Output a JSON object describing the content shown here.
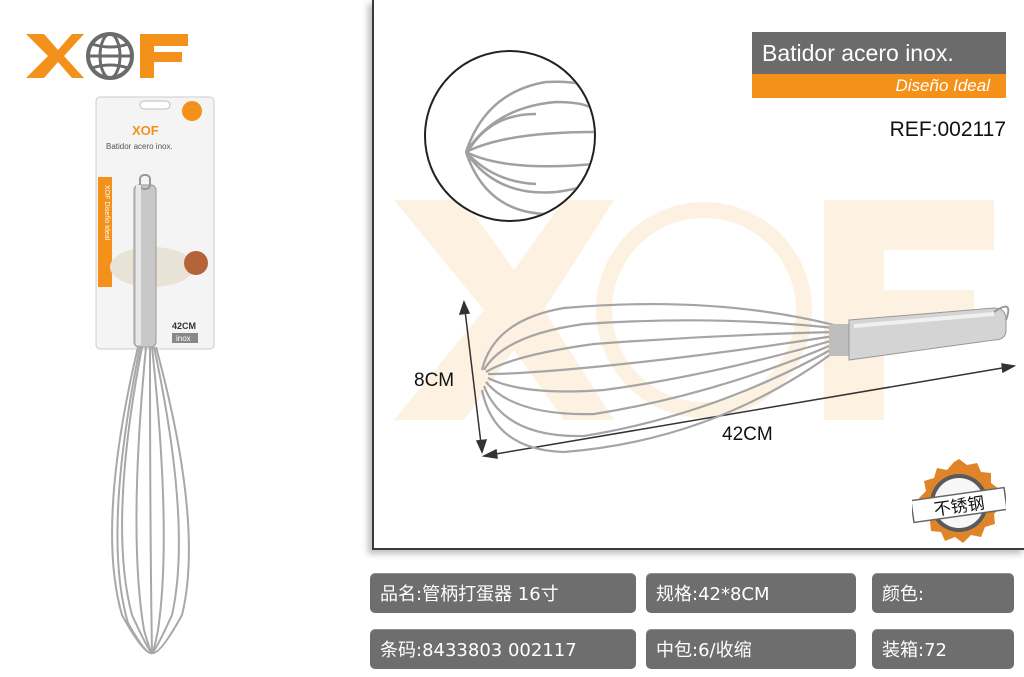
{
  "brand": {
    "logo_text": "XOF"
  },
  "package": {
    "brand": "XOF",
    "name": "Batidor acero inox.",
    "side_text": "XOF Diseño Ideal",
    "size": "42CM",
    "material": "inox"
  },
  "header": {
    "title": "Batidor acero inox.",
    "subtitle": "Diseño Ideal",
    "ref": "REF:002117"
  },
  "dimensions": {
    "height": "8CM",
    "length": "42CM"
  },
  "badge": {
    "text": "不锈钢"
  },
  "info": {
    "name": "品名:管柄打蛋器 16寸",
    "spec": "规格:42*8CM",
    "color": "颜色:",
    "barcode": "条码:8433803 002117",
    "inner_pack": "中包:6/收缩",
    "case_pack": "装箱:72"
  },
  "colors": {
    "accent": "#f3911b",
    "bar": "#6b6b6b"
  }
}
